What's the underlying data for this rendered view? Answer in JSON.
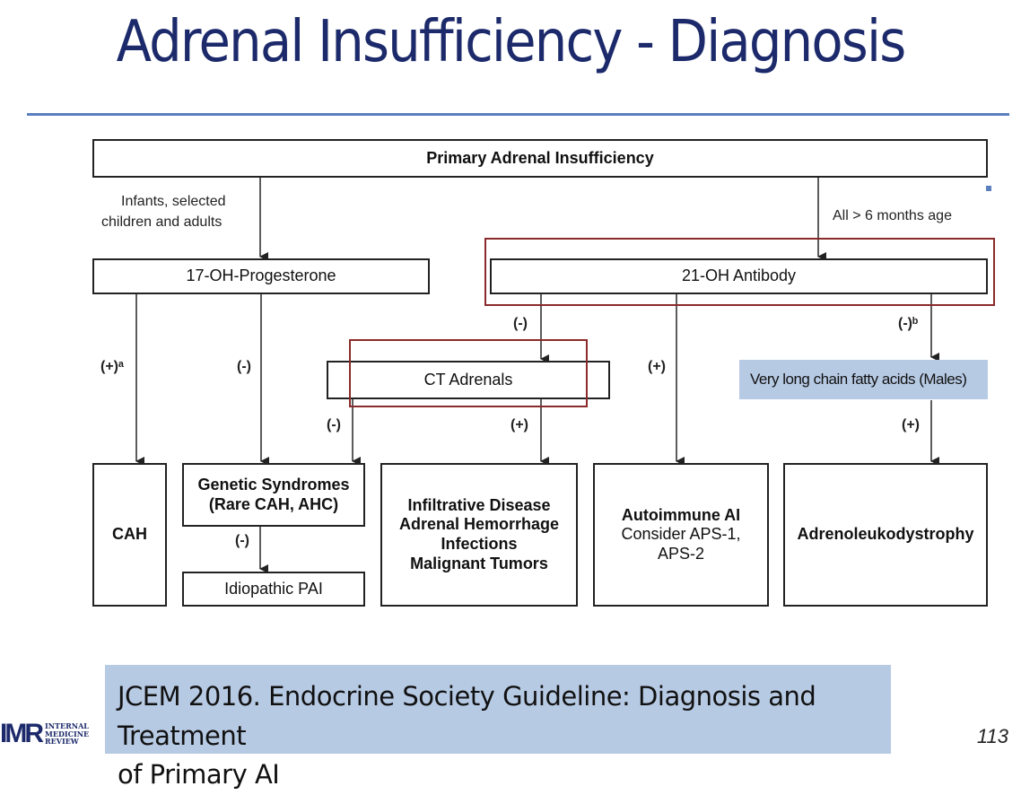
{
  "slide": {
    "title": "Adrenal Insufficiency - Diagnosis",
    "page_number": "113"
  },
  "flowchart": {
    "root": "Primary Adrenal Insufficiency",
    "branch_left_label_line1": "Infants, selected",
    "branch_left_label_line2": "children and adults",
    "branch_right_label": "All > 6 months age",
    "test_left": "17-OH-Progesterone",
    "test_right": "21-OH Antibody",
    "ct_adrenals": "CT Adrenals",
    "vlcfa": "Very long chain fatty acids (Males)",
    "signs": {
      "cah_pos": "(+)ᵃ",
      "genetic_neg": "(-)",
      "antibody_neg": "(-)",
      "antibody_neg_b": "(-)ᵇ",
      "antibody_pos": "(+)",
      "ct_neg": "(-)",
      "ct_pos": "(+)",
      "vlcfa_pos": "(+)",
      "idiopathic_neg": "(-)"
    },
    "outcomes": {
      "cah": "CAH",
      "genetic_line1": "Genetic Syndromes",
      "genetic_line2": "(Rare CAH, AHC)",
      "idiopathic": "Idiopathic PAI",
      "infiltrative_line1": "Infiltrative Disease",
      "infiltrative_line2": "Adrenal Hemorrhage",
      "infiltrative_line3": "Infections",
      "infiltrative_line4": "Malignant Tumors",
      "autoimmune_line1": "Autoimmune AI",
      "autoimmune_line2": "Consider APS-1,",
      "autoimmune_line3": "APS-2",
      "ald": "Adrenoleukodystrophy"
    }
  },
  "citation": {
    "line1": "JCEM 2016. Endocrine Society Guideline: Diagnosis and Treatment",
    "line2": "of Primary AI"
  },
  "logo": {
    "mark": "IMR",
    "name_line1": "INTERNAL",
    "name_line2": "MEDICINE",
    "name_line3": "REVIEW"
  },
  "colors": {
    "title": "#1c2a6b",
    "rule": "#5b7fbe",
    "highlight_red": "#8b2a2a",
    "callout_blue": "#b7cae4"
  }
}
